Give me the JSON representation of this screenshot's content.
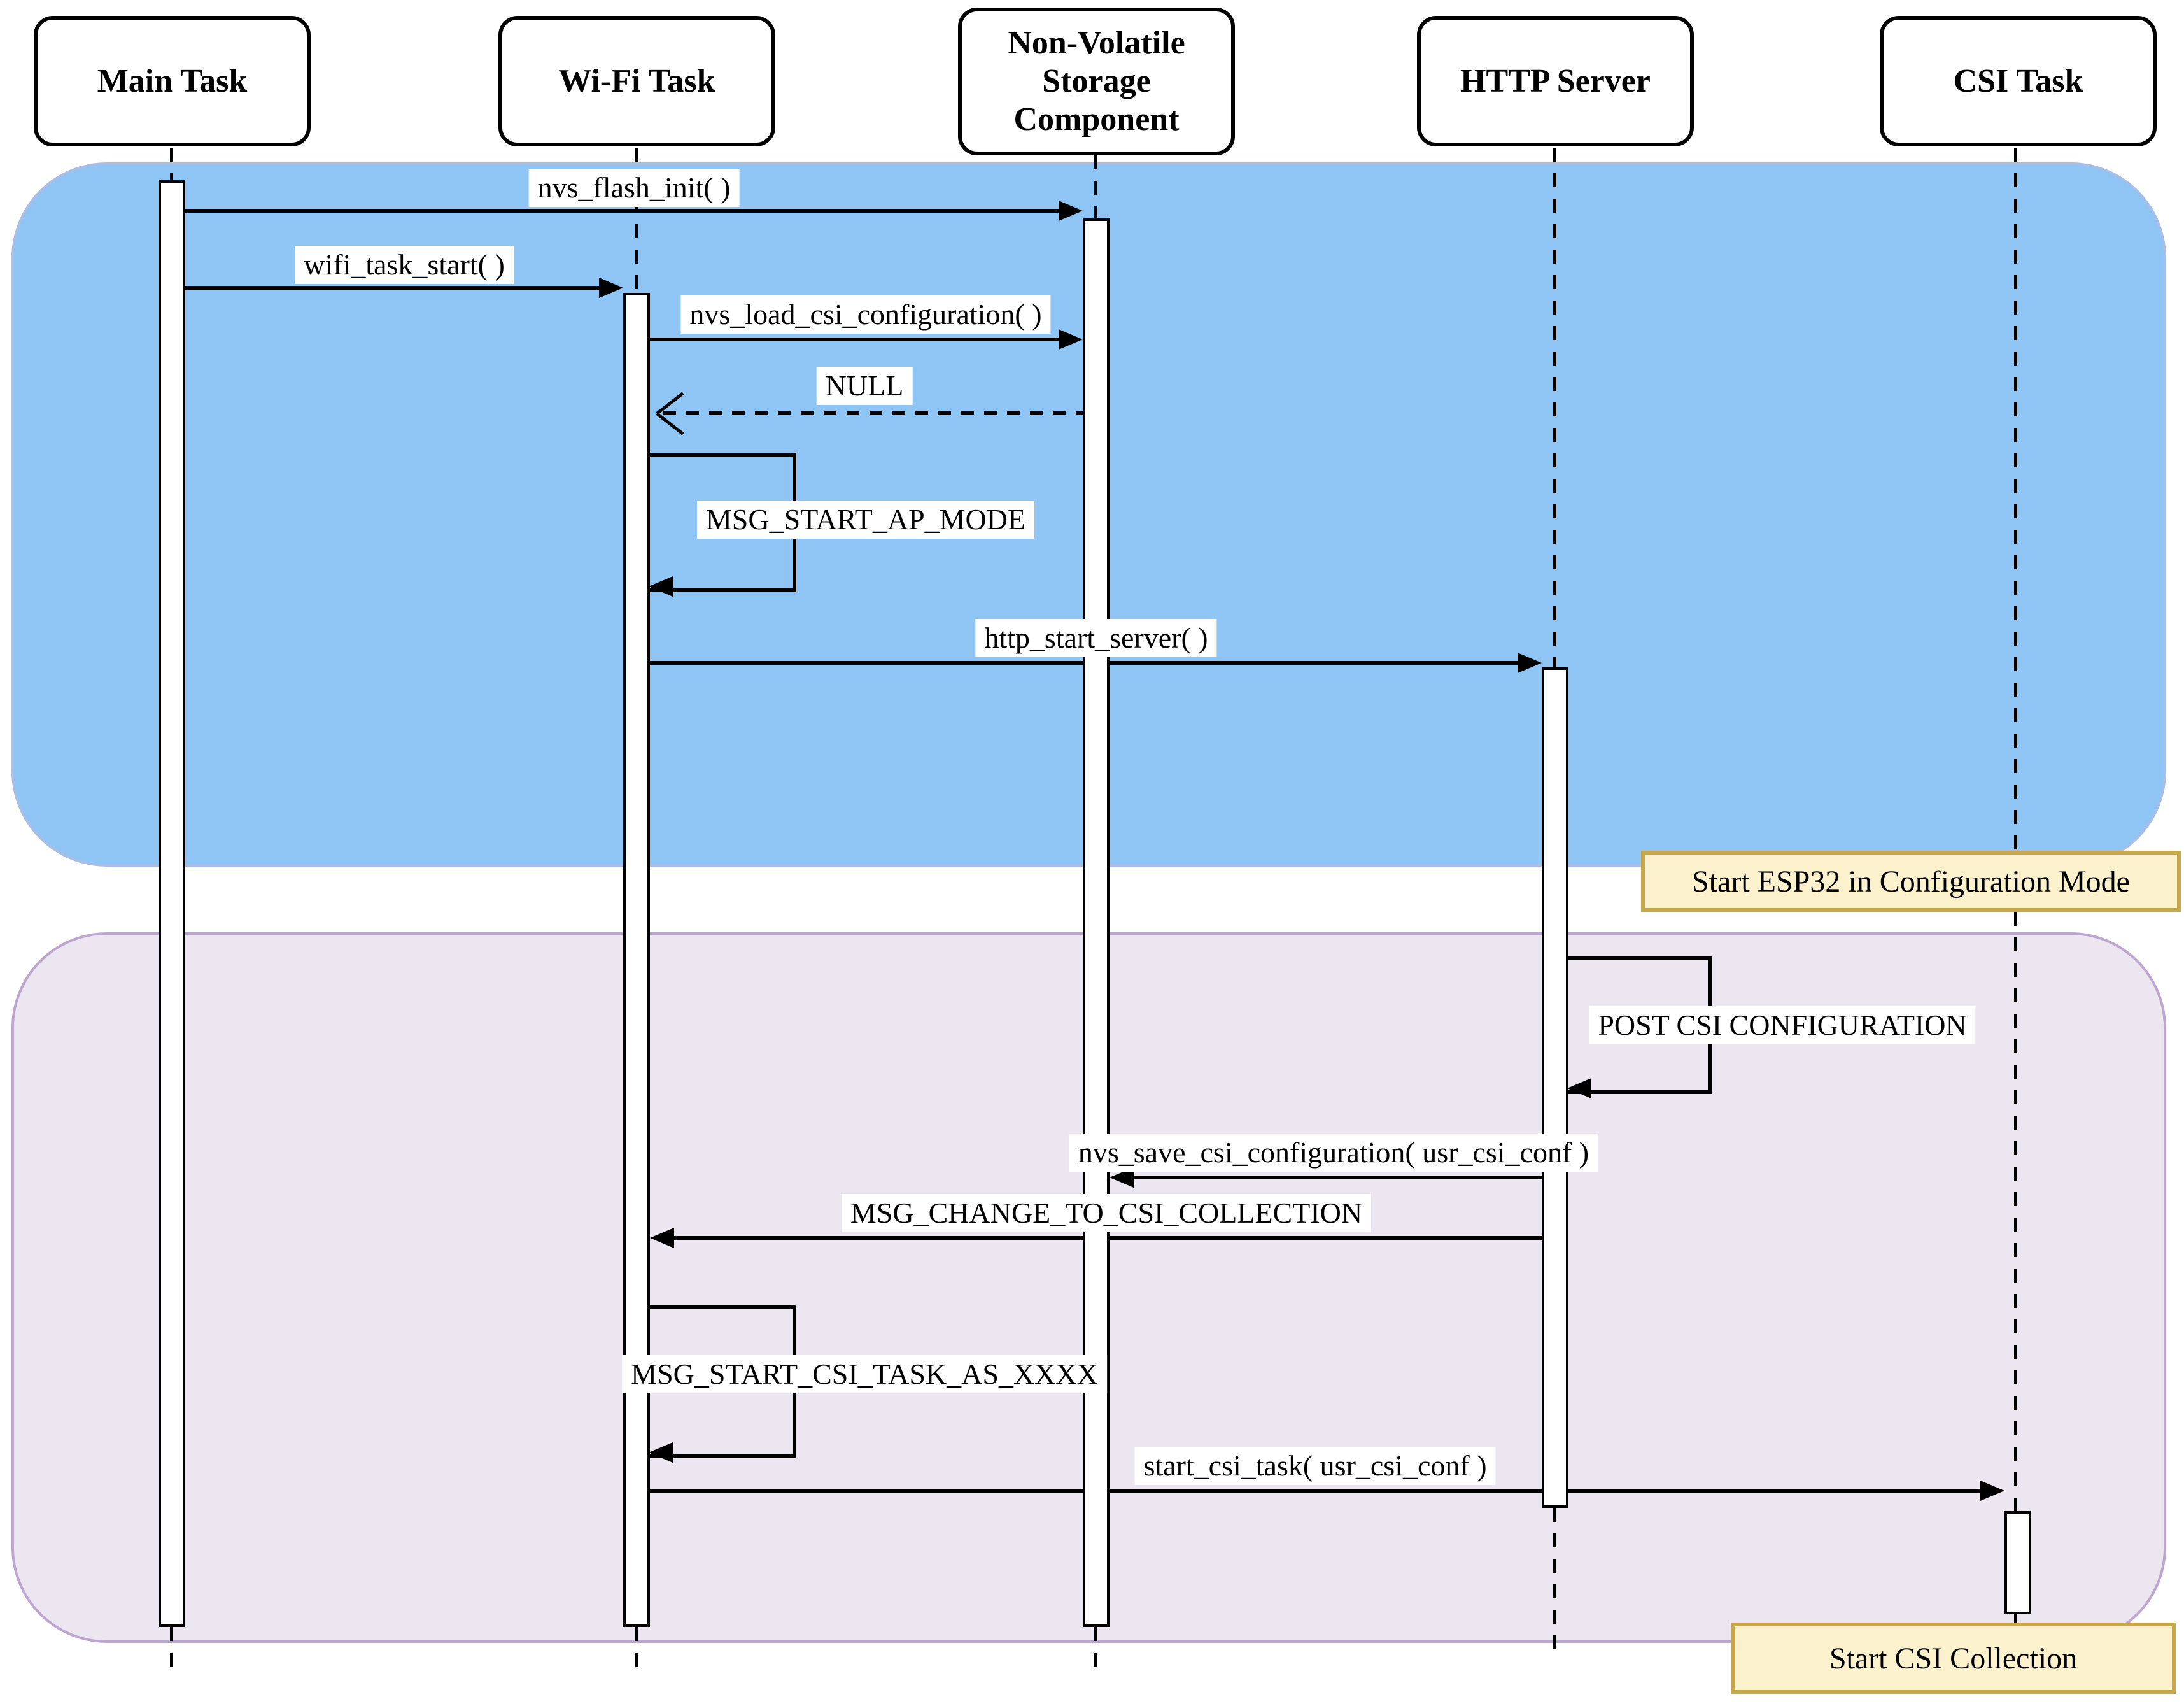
{
  "actors": [
    {
      "label": "Main Task"
    },
    {
      "label": "Wi-Fi Task"
    },
    {
      "label": "Non-Volatile Storage Component"
    },
    {
      "label": "HTTP Server"
    },
    {
      "label": "CSI Task"
    }
  ],
  "messages": [
    {
      "label": "nvs_flash_init( )",
      "from": "Main Task",
      "to": "Non-Volatile Storage Component",
      "kind": "call"
    },
    {
      "label": "wifi_task_start( )",
      "from": "Main Task",
      "to": "Wi-Fi Task",
      "kind": "call"
    },
    {
      "label": "nvs_load_csi_configuration( )",
      "from": "Wi-Fi Task",
      "to": "Non-Volatile Storage Component",
      "kind": "call"
    },
    {
      "label": "NULL",
      "from": "Non-Volatile Storage Component",
      "to": "Wi-Fi Task",
      "kind": "return"
    },
    {
      "label": "MSG_START_AP_MODE",
      "from": "Wi-Fi Task",
      "to": "Wi-Fi Task",
      "kind": "self"
    },
    {
      "label": "http_start_server( )",
      "from": "Wi-Fi Task",
      "to": "HTTP Server",
      "kind": "call"
    },
    {
      "label": "POST CSI CONFIGURATION",
      "from": "HTTP Server",
      "to": "HTTP Server",
      "kind": "self"
    },
    {
      "label": "nvs_save_csi_configuration( usr_csi_conf )",
      "from": "HTTP Server",
      "to": "Non-Volatile Storage Component",
      "kind": "call"
    },
    {
      "label": "MSG_CHANGE_TO_CSI_COLLECTION",
      "from": "HTTP Server",
      "to": "Wi-Fi Task",
      "kind": "call"
    },
    {
      "label": "MSG_START_CSI_TASK_AS_XXXX",
      "from": "Wi-Fi Task",
      "to": "Wi-Fi Task",
      "kind": "self"
    },
    {
      "label": "start_csi_task( usr_csi_conf )",
      "from": "Wi-Fi Task",
      "to": "CSI Task",
      "kind": "call"
    }
  ],
  "notes": [
    {
      "label": "Start ESP32 in Configuration Mode"
    },
    {
      "label": "Start CSI Collection"
    }
  ],
  "colors": {
    "phase_config_fill": "#8EC5F5",
    "phase_config_edge": "#A9BEE4",
    "phase_csi_fill": "#ECE6F1",
    "phase_csi_edge": "#BCA6CF",
    "note_fill": "#FBF1CD",
    "note_edge": "#C7A74A",
    "line_color": "#000000"
  }
}
